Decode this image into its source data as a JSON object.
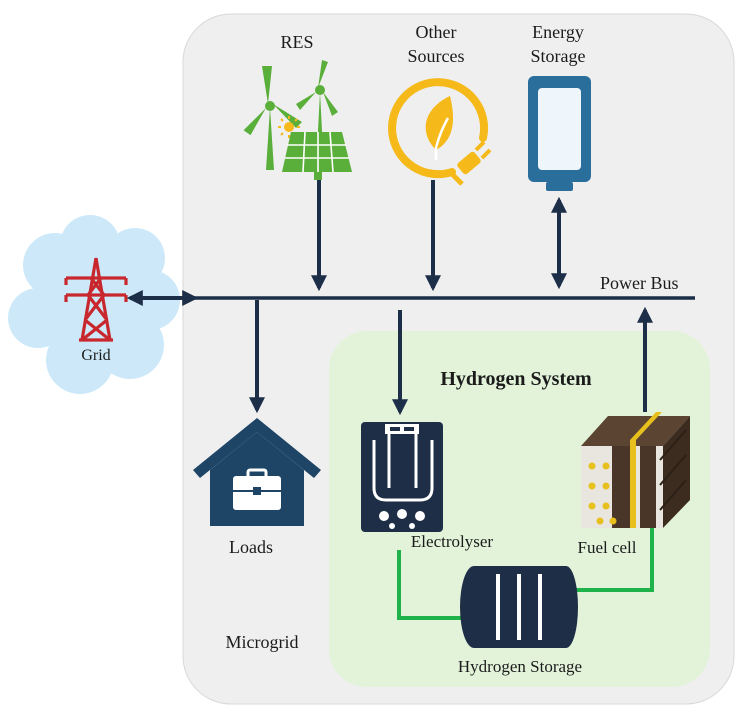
{
  "labels": {
    "res": "RES",
    "other_sources_line1": "Other",
    "other_sources_line2": "Sources",
    "energy_storage_line1": "Energy",
    "energy_storage_line2": "Storage",
    "power_bus": "Power Bus",
    "grid": "Grid",
    "hydrogen_system": "Hydrogen System",
    "loads": "Loads",
    "electrolyser": "Electrolyser",
    "fuel_cell": "Fuel cell",
    "microgrid": "Microgrid",
    "hydrogen_storage": "Hydrogen Storage"
  },
  "icons": [
    "wind-turbine-icon",
    "solar-panel-icon",
    "leaf-plug-icon",
    "battery-icon",
    "transmission-tower-icon",
    "house-icon",
    "electrolyser-icon",
    "fuel-cell-icon",
    "hydrogen-tank-icon"
  ],
  "colors": {
    "microgrid_panel": "#efefef",
    "hydrogen_panel": "#e2f3da",
    "grid_cloud": "#cde9f9",
    "arrows": "#1c2e48",
    "pipe": "#20b24a",
    "renewable_green": "#5aae3a",
    "other_sources_yellow": "#f5b919",
    "storage_blue": "#2a6e9c",
    "tower_red": "#c8282d",
    "navy": "#1e4466"
  }
}
